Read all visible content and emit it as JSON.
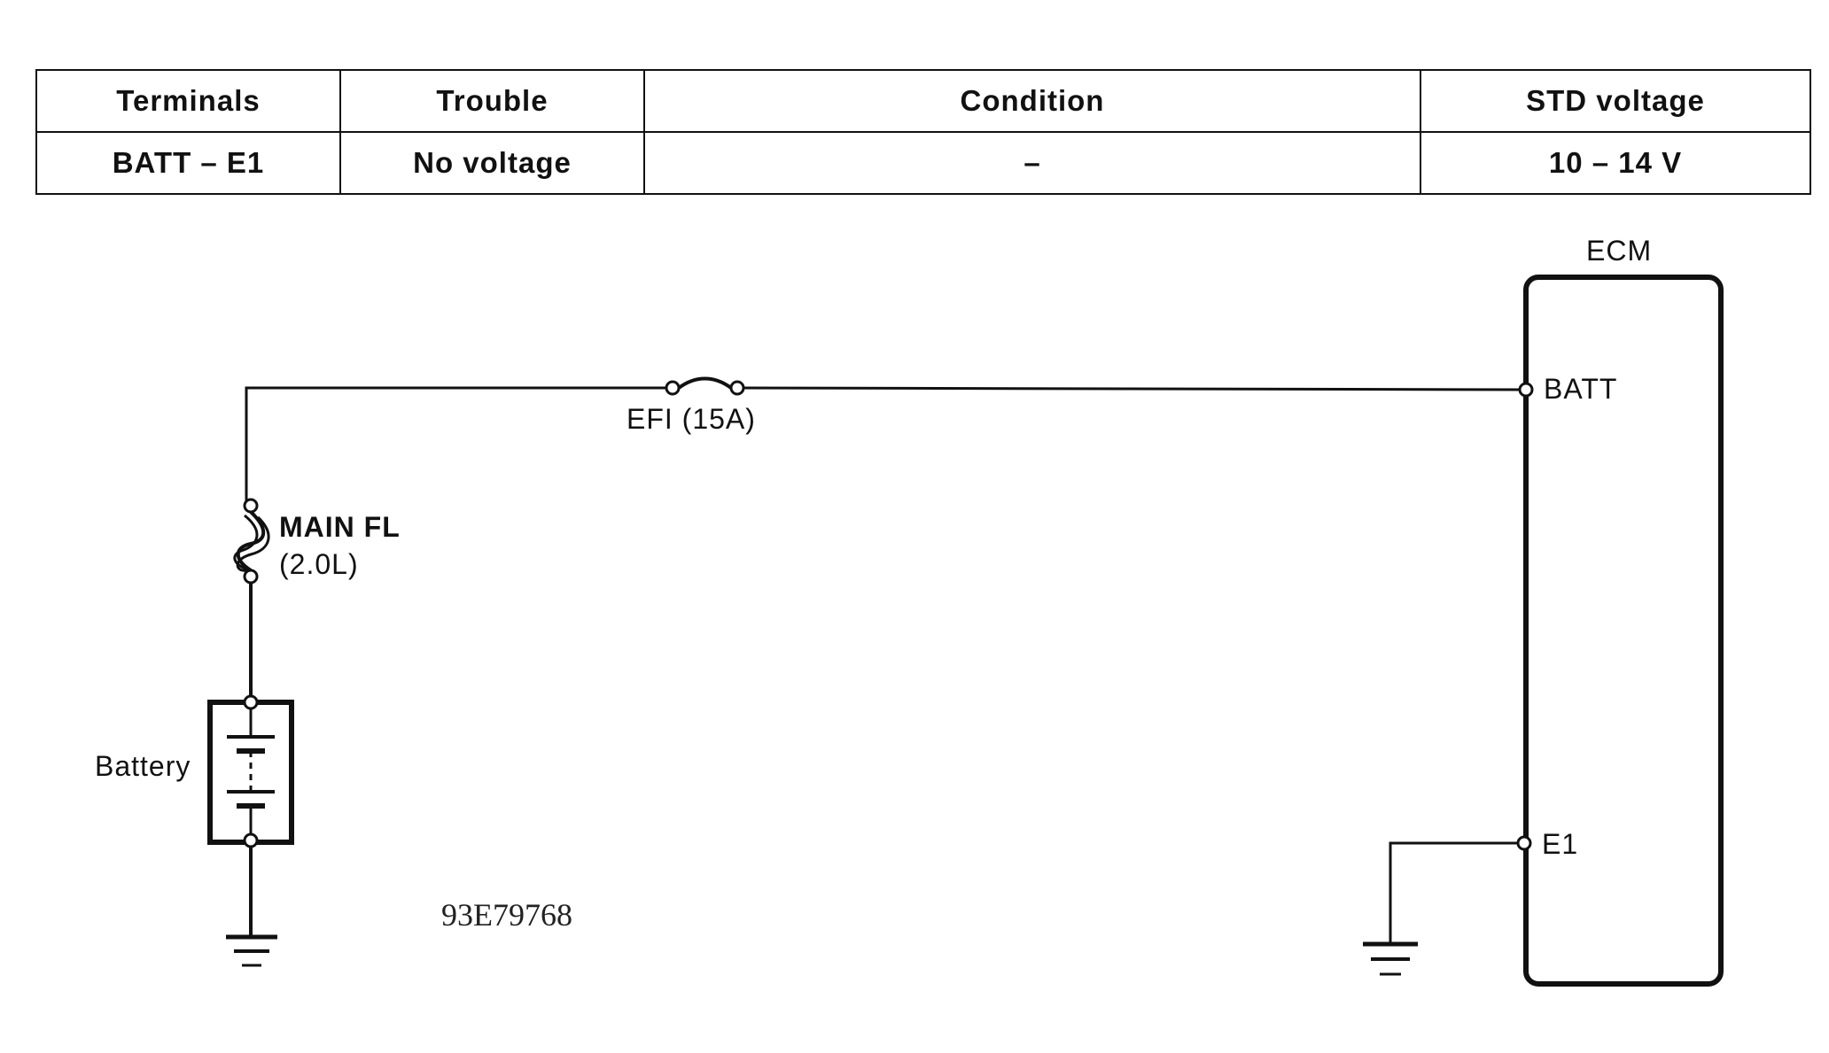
{
  "table": {
    "headers": [
      "Terminals",
      "Trouble",
      "Condition",
      "STD voltage"
    ],
    "rows": [
      [
        "BATT – E1",
        "No voltage",
        "–",
        "10 – 14 V"
      ]
    ]
  },
  "diagram": {
    "ecm_label": "ECM",
    "batt_terminal": "BATT",
    "e1_terminal": "E1",
    "efi_fuse": "EFI (15A)",
    "main_fl_line1": "MAIN FL",
    "main_fl_line2": "(2.0L)",
    "battery_label": "Battery",
    "reference_code": "93E79768"
  },
  "icons": {
    "fuse": "fuse-symbol",
    "fusible_link": "fusible-link-symbol",
    "battery": "battery-symbol",
    "ground": "ground-symbol"
  }
}
